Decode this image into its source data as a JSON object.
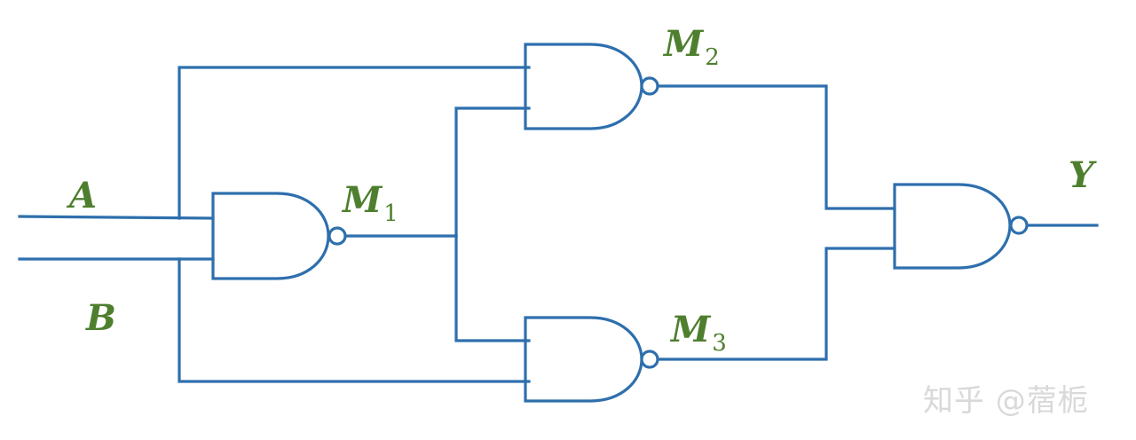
{
  "diagram": {
    "type": "logic-circuit",
    "gate_type": "NAND",
    "colors": {
      "wire": "#2e6fad",
      "label": "#4e7f2e",
      "watermark": "#d9d9d9"
    },
    "inputs": [
      {
        "id": "A",
        "label": "A"
      },
      {
        "id": "B",
        "label": "B"
      }
    ],
    "gates": [
      {
        "id": "M1",
        "label": "M",
        "subscript": "1",
        "type": "NAND",
        "inputs": [
          "A",
          "B"
        ]
      },
      {
        "id": "M2",
        "label": "M",
        "subscript": "2",
        "type": "NAND",
        "inputs": [
          "A",
          "M1"
        ]
      },
      {
        "id": "M3",
        "label": "M",
        "subscript": "3",
        "type": "NAND",
        "inputs": [
          "M1",
          "B"
        ]
      },
      {
        "id": "Y_gate",
        "label": "",
        "subscript": "",
        "type": "NAND",
        "inputs": [
          "M2",
          "M3"
        ]
      }
    ],
    "output": {
      "id": "Y",
      "label": "Y"
    }
  },
  "watermark": {
    "text": "知乎 @蓿栀"
  }
}
